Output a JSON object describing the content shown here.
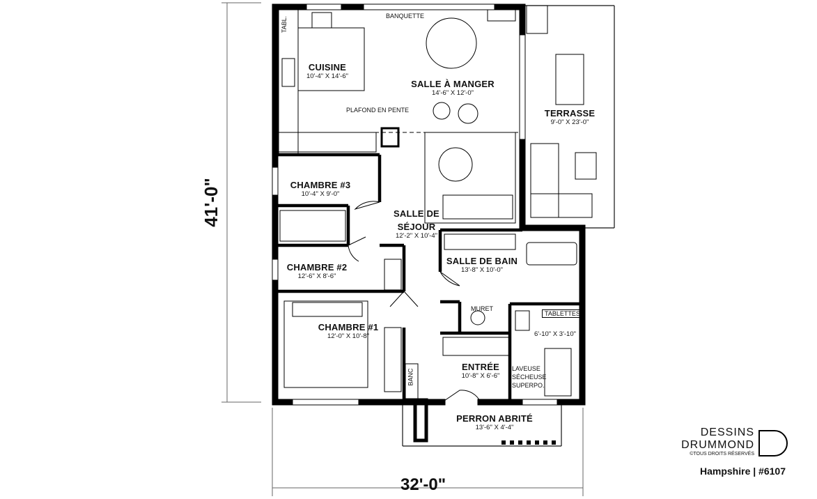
{
  "plan": {
    "rooms": {
      "kitchen": {
        "name": "CUISINE",
        "dims": "10'-4\" X 14'-6\""
      },
      "dining": {
        "name": "SALLE À MANGER",
        "dims": "14'-6\" X 12'-0\""
      },
      "terrace": {
        "name": "TERRASSE",
        "dims": "9'-0\" X 23'-0\""
      },
      "bedroom3": {
        "name": "CHAMBRE #3",
        "dims": "10'-4\" X 9'-0\""
      },
      "living": {
        "name_line1": "SALLE DE",
        "name_line2": "SÉJOUR",
        "dims": "12'-2\" X 10'-4\""
      },
      "bathroom": {
        "name": "SALLE DE BAIN",
        "dims": "13'-8\" X 10'-0\""
      },
      "bedroom2": {
        "name": "CHAMBRE #2",
        "dims": "12'-6\" X 8'-6\""
      },
      "bedroom1": {
        "name": "CHAMBRE #1",
        "dims": "12'-0\" X 10'-8\""
      },
      "entrance": {
        "name": "ENTRÉE",
        "dims": "10'-8\" X 6'-6\""
      },
      "laundry": {
        "dims": "6'-10\" X 3'-10\""
      },
      "porch": {
        "name": "PERRON ABRITÉ",
        "dims": "13'-6\" X 4'-4\""
      }
    },
    "notes": {
      "banquette": "BANQUETTE",
      "tabl": "TABL.",
      "plafond": "PLAFOND EN PENTE",
      "muret": "MURET",
      "tablettes": "TABLETTES",
      "banc": "BANC",
      "laveuse": "LAVEUSE",
      "secheuse": "SÉCHEUSE",
      "superpo": "SUPERPO."
    },
    "dimensions": {
      "height": "41'-0\"",
      "width": "32'-0\""
    }
  },
  "brand": {
    "line1": "DESSINS",
    "line2": "DRUMMOND",
    "rights": "©TOUS DROITS RÉSERVÉS",
    "model": "Hampshire | #6107"
  }
}
